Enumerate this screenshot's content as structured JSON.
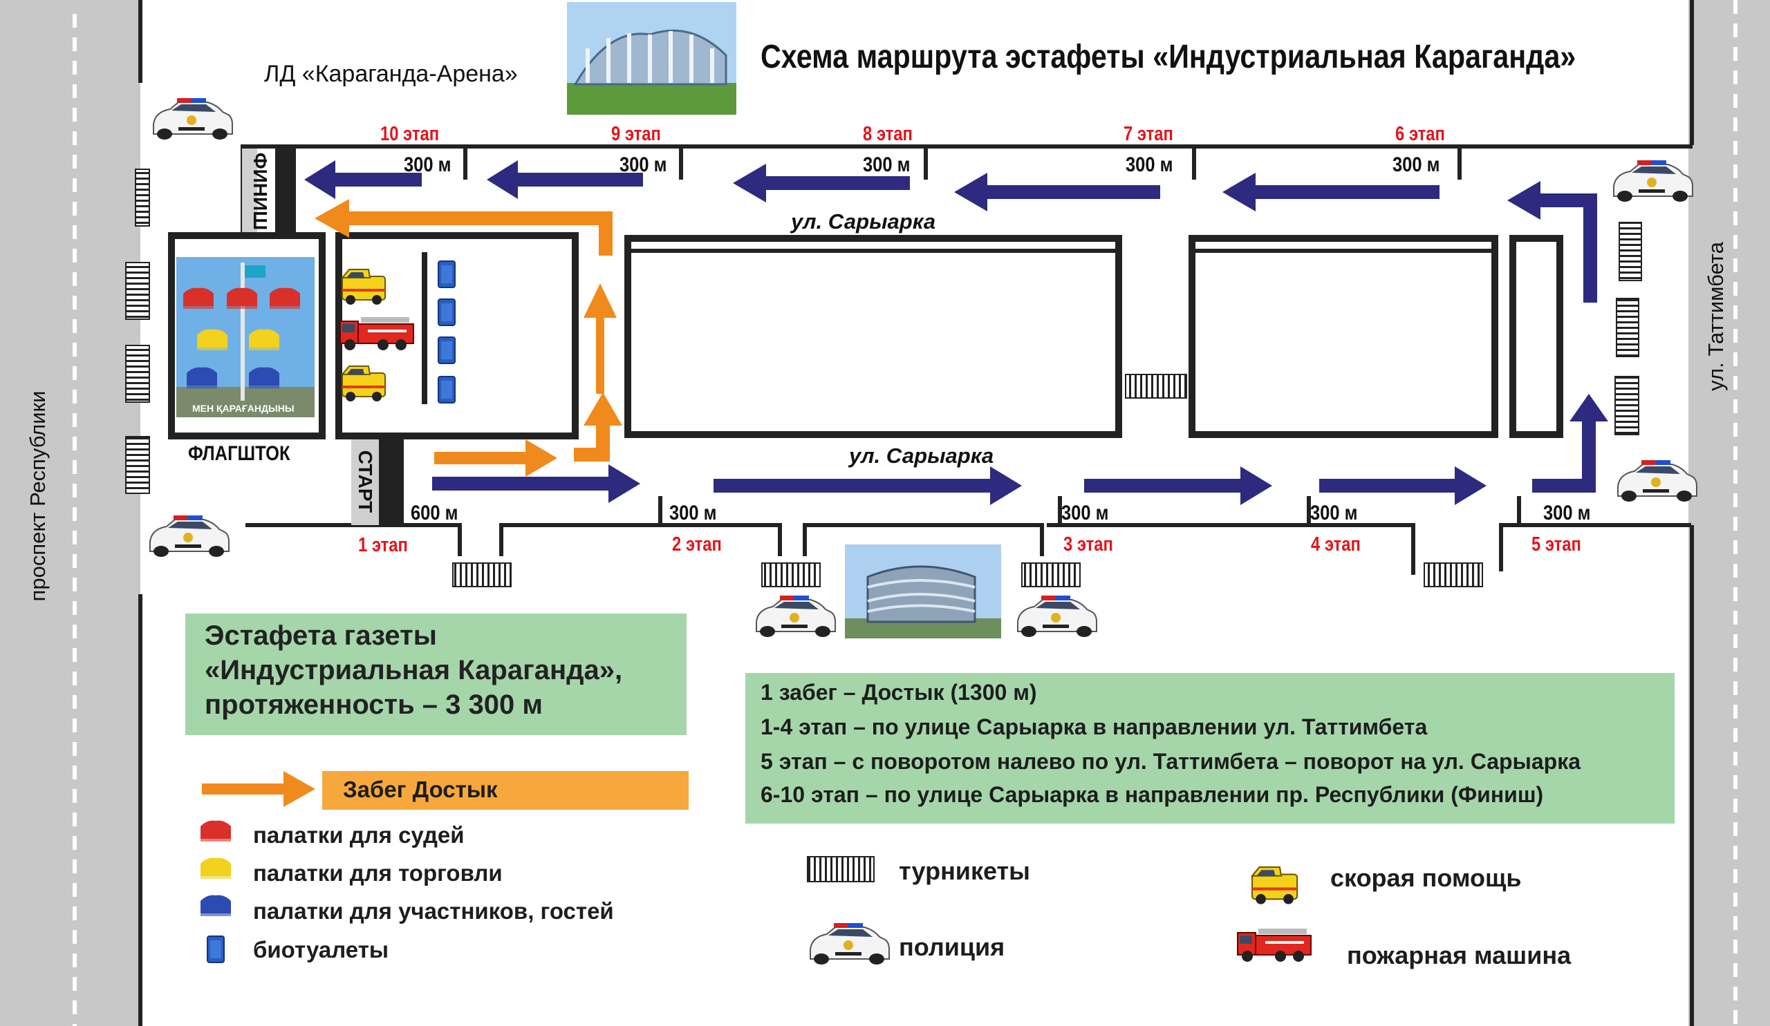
{
  "title": "Схема маршрута эстафеты «Индустриальная Караганда»",
  "arena_label": "ЛД «Караганда-Арена»",
  "streets": {
    "left_avenue": "проспект Республики",
    "right_street": "ул. Таттимбета",
    "saryarka_top": "ул. Сарыарка",
    "saryarka_bottom": "ул. Сарыарка"
  },
  "markers": {
    "finish": "ФИНИШ",
    "start": "СТАРТ",
    "flagpole": "ФЛАГШТОК",
    "square_sign": "МЕН ҚАРАҒАНДЫНЫ"
  },
  "stages": [
    {
      "label": "1 этап",
      "distance": "600 м"
    },
    {
      "label": "2 этап",
      "distance": "300 м"
    },
    {
      "label": "3 этап",
      "distance": "300 м"
    },
    {
      "label": "4 этап",
      "distance": "300 м"
    },
    {
      "label": "5 этап",
      "distance": "300 м"
    },
    {
      "label": "6 этап",
      "distance": "300 м"
    },
    {
      "label": "7 этап",
      "distance": "300 м"
    },
    {
      "label": "8 этап",
      "distance": "300 м"
    },
    {
      "label": "9 этап",
      "distance": "300 м"
    },
    {
      "label": "10 этап",
      "distance": "300 м"
    }
  ],
  "relay_box": {
    "line1": "Эстафета газеты",
    "line2": "«Индустриальная Караганда»,",
    "line3": "протяженность – 3 300 м"
  },
  "route_box": {
    "lines": [
      "1 забег – Достык (1300 м)",
      "1-4 этап – по улице Сарыарка в направлении  ул. Таттимбета",
      "5 этап – с поворотом налево по ул. Таттимбета – поворот на ул. Сарыарка",
      "6-10 этап – по улице Сарыарка в направлении пр. Республики (Финиш)"
    ]
  },
  "legend": {
    "dostyk_run": "Забег Достык",
    "judges_tents": "палатки для судей",
    "trade_tents": "палатки для торговли",
    "participant_tents": "палатки для участников, гостей",
    "toilets": "биотуалеты",
    "turnstiles": "турникеты",
    "police": "полиция",
    "ambulance": "скорая помощь",
    "fire_truck": "пожарная машина"
  },
  "colors": {
    "route_arrow": "#2e2a7f",
    "dostyk_arrow": "#f08a1c",
    "stage_label": "#e3141b",
    "road_gray": "#c8c8c8",
    "info_green": "#a5d6aa",
    "legend_orange": "#f7a83c",
    "judges_tent": "#d9302a",
    "trade_tent": "#f2d21e",
    "participant_tent": "#2c4bb3",
    "toilet": "#2a5dc0"
  }
}
